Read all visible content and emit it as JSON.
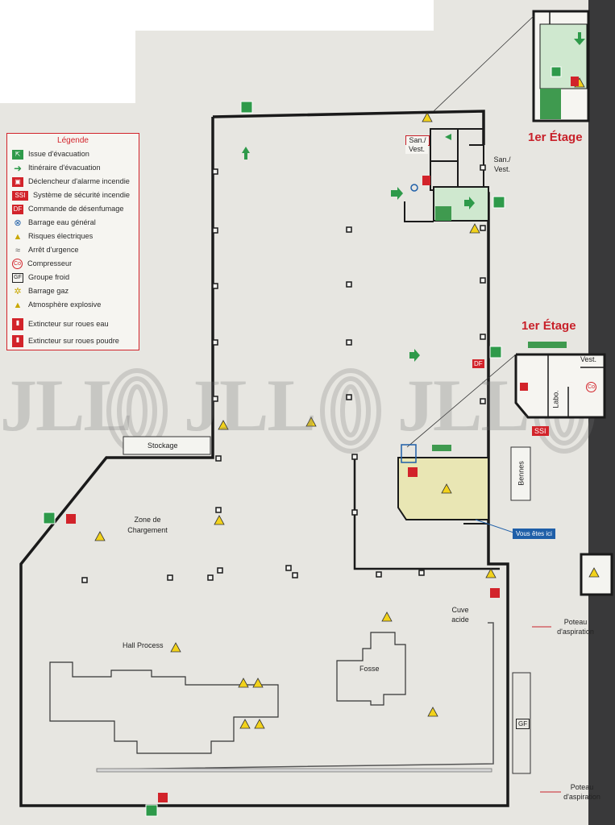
{
  "legend": {
    "title": "Légende",
    "items": [
      {
        "label": "Issue d'évacuation",
        "icon": "exit-icon"
      },
      {
        "label": "Itinéraire d'évacuation",
        "icon": "arrow-right-icon"
      },
      {
        "label": "Déclencheur d'alarme incendie",
        "icon": "fire-alarm-icon"
      },
      {
        "label": "Système de sécurité incendie",
        "icon": "ssi-icon",
        "text": "SSI"
      },
      {
        "label": "Commande de désenfumage",
        "icon": "smoke-control-icon",
        "text": "DF"
      },
      {
        "label": "Barrage eau général",
        "icon": "water-valve-icon"
      },
      {
        "label": "Risques électriques",
        "icon": "electric-warning-icon"
      },
      {
        "label": "Arrêt d'urgence",
        "icon": "emergency-stop-icon"
      },
      {
        "label": "Compresseur",
        "icon": "compressor-icon",
        "text": "Co"
      },
      {
        "label": "Groupe froid",
        "icon": "cooling-group-icon",
        "text": "GF"
      },
      {
        "label": "Barrage gaz",
        "icon": "gas-valve-icon"
      },
      {
        "label": "Atmosphère explosive",
        "icon": "explosive-warning-icon"
      },
      {
        "label": "Extincteur sur roues eau",
        "icon": "water-extinguisher-icon"
      },
      {
        "label": "Extincteur sur roues poudre",
        "icon": "powder-extinguisher-icon"
      }
    ]
  },
  "areas": {
    "stockage": "Stockage",
    "zone_chargement_1": "Zone de",
    "zone_chargement_2": "Chargement",
    "hall_process": "Hall Process",
    "fosse": "Fosse",
    "cuve_1": "Cuve",
    "cuve_2": "acide",
    "san_left_1": "San./",
    "san_left_2": "Vest.",
    "san_right_1": "San./",
    "san_right_2": "Vest.",
    "bennes": "Bennes",
    "labo": "Labo.",
    "vest": "Vest.",
    "poteau1_1": "Poteau",
    "poteau1_2": "d'aspiration",
    "poteau2_1": "Poteau",
    "poteau2_2": "d'aspiration",
    "gf": "GF",
    "df": "DF",
    "co": "Co"
  },
  "floor_labels": {
    "top": "1er Étage",
    "mid": "1er Étage"
  },
  "badges": {
    "ssi": "SSI",
    "vous_etes_ici": "Vous êtes ici"
  },
  "watermark": "JLL",
  "colors": {
    "wall": "#1a1a1a",
    "accent_red": "#d2232a",
    "exit_green": "#2e9a4a",
    "room_green": "#cfe8cf",
    "room_yellow": "#e9e6b4",
    "warning_yellow": "#f2d21b",
    "you_are_here": "#1f5fa8"
  }
}
